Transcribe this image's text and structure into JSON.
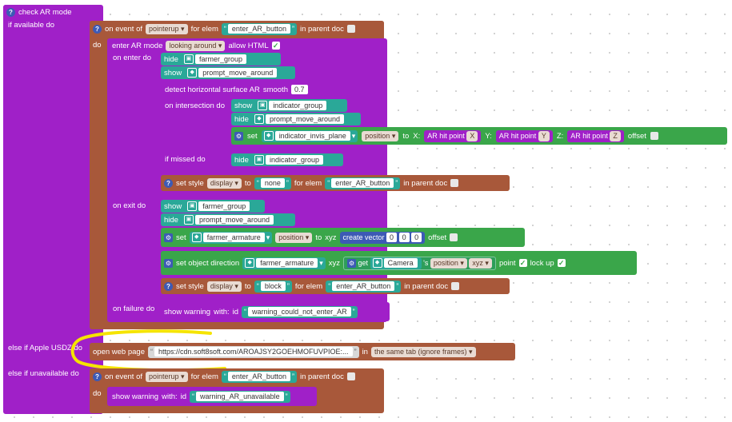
{
  "check_ar": {
    "title": "check AR mode",
    "if_available": "if available do",
    "else_apple": "else if Apple USDZ do",
    "else_unavailable": "else if unavailable do"
  },
  "event1": {
    "on_event": "on event of",
    "event": "pointerup",
    "for_elem": "for elem",
    "elem": "enter_AR_button",
    "in_parent": "in parent doc",
    "do": "do"
  },
  "enter_ar": {
    "label": "enter AR mode",
    "mode": "looking around",
    "allow_html": "allow HTML",
    "on_enter": "on enter do",
    "on_exit": "on exit do",
    "on_failure": "on failure do"
  },
  "hide1": {
    "label": "hide",
    "obj": "farmer_group"
  },
  "show1": {
    "label": "show",
    "obj": "prompt_move_around"
  },
  "detect": {
    "label": "detect horizontal surface AR",
    "smooth_label": "smooth",
    "smooth": "0.7",
    "on_intersection": "on intersection do",
    "if_missed": "if missed do"
  },
  "show_ind": {
    "label": "show",
    "obj": "indicator_group"
  },
  "hide_prompt": {
    "label": "hide",
    "obj": "prompt_move_around"
  },
  "set_pos": {
    "set": "set",
    "obj": "indicator_invis_plane",
    "prop": "position",
    "to": "to",
    "x": "X:",
    "y": "Y:",
    "z": "Z:",
    "hit": "AR hit point",
    "ax": "X",
    "ay": "Y",
    "az": "Z",
    "offset": "offset"
  },
  "hide_ind": {
    "label": "hide",
    "obj": "indicator_group"
  },
  "style1": {
    "set_style": "set style",
    "prop": "display",
    "to": "to",
    "value": "none",
    "for_elem": "for elem",
    "elem": "enter_AR_button",
    "in_parent": "in parent doc"
  },
  "show_farmer": {
    "label": "show",
    "obj": "farmer_group"
  },
  "hide_prompt2": {
    "label": "hide",
    "obj": "prompt_move_around"
  },
  "set_arm": {
    "set": "set",
    "obj": "farmer_armature",
    "prop": "position",
    "to": "to",
    "xyz": "xyz",
    "create": "create vector",
    "v1": "0",
    "v2": "0",
    "v3": "0",
    "offset": "offset"
  },
  "dir": {
    "label": "set object direction",
    "obj": "farmer_armature",
    "xyz": "xyz",
    "get": "get",
    "camera": "Camera",
    "s": "'s",
    "prop": "position",
    "xyz2": "xyz",
    "point": "point",
    "lock": "lock up"
  },
  "style2": {
    "set_style": "set style",
    "prop": "display",
    "to": "to",
    "value": "block",
    "for_elem": "for elem",
    "elem": "enter_AR_button",
    "in_parent": "in parent doc"
  },
  "warn1": {
    "label": "show warning",
    "with": "with:",
    "id": "id",
    "text": "warning_could_not_enter_AR"
  },
  "web": {
    "label": "open web page",
    "url": "https://cdn.soft8soft.com/AROAJSY2GOEHMOFUVPIOE:...",
    "in": "in",
    "target": "the same tab (ignore frames)"
  },
  "event2": {
    "on_event": "on event of",
    "event": "pointerup",
    "for_elem": "for elem",
    "elem": "enter_AR_button",
    "in_parent": "in parent doc",
    "do": "do"
  },
  "warn2": {
    "label": "show warning",
    "with": "with:",
    "id": "id",
    "text": "warning_AR_unavailable"
  },
  "colors": {
    "purple": "#a020c8",
    "brown": "#a8583a",
    "teal": "#2aa898",
    "green": "#3aa64a",
    "highlight": "#f5e400"
  }
}
